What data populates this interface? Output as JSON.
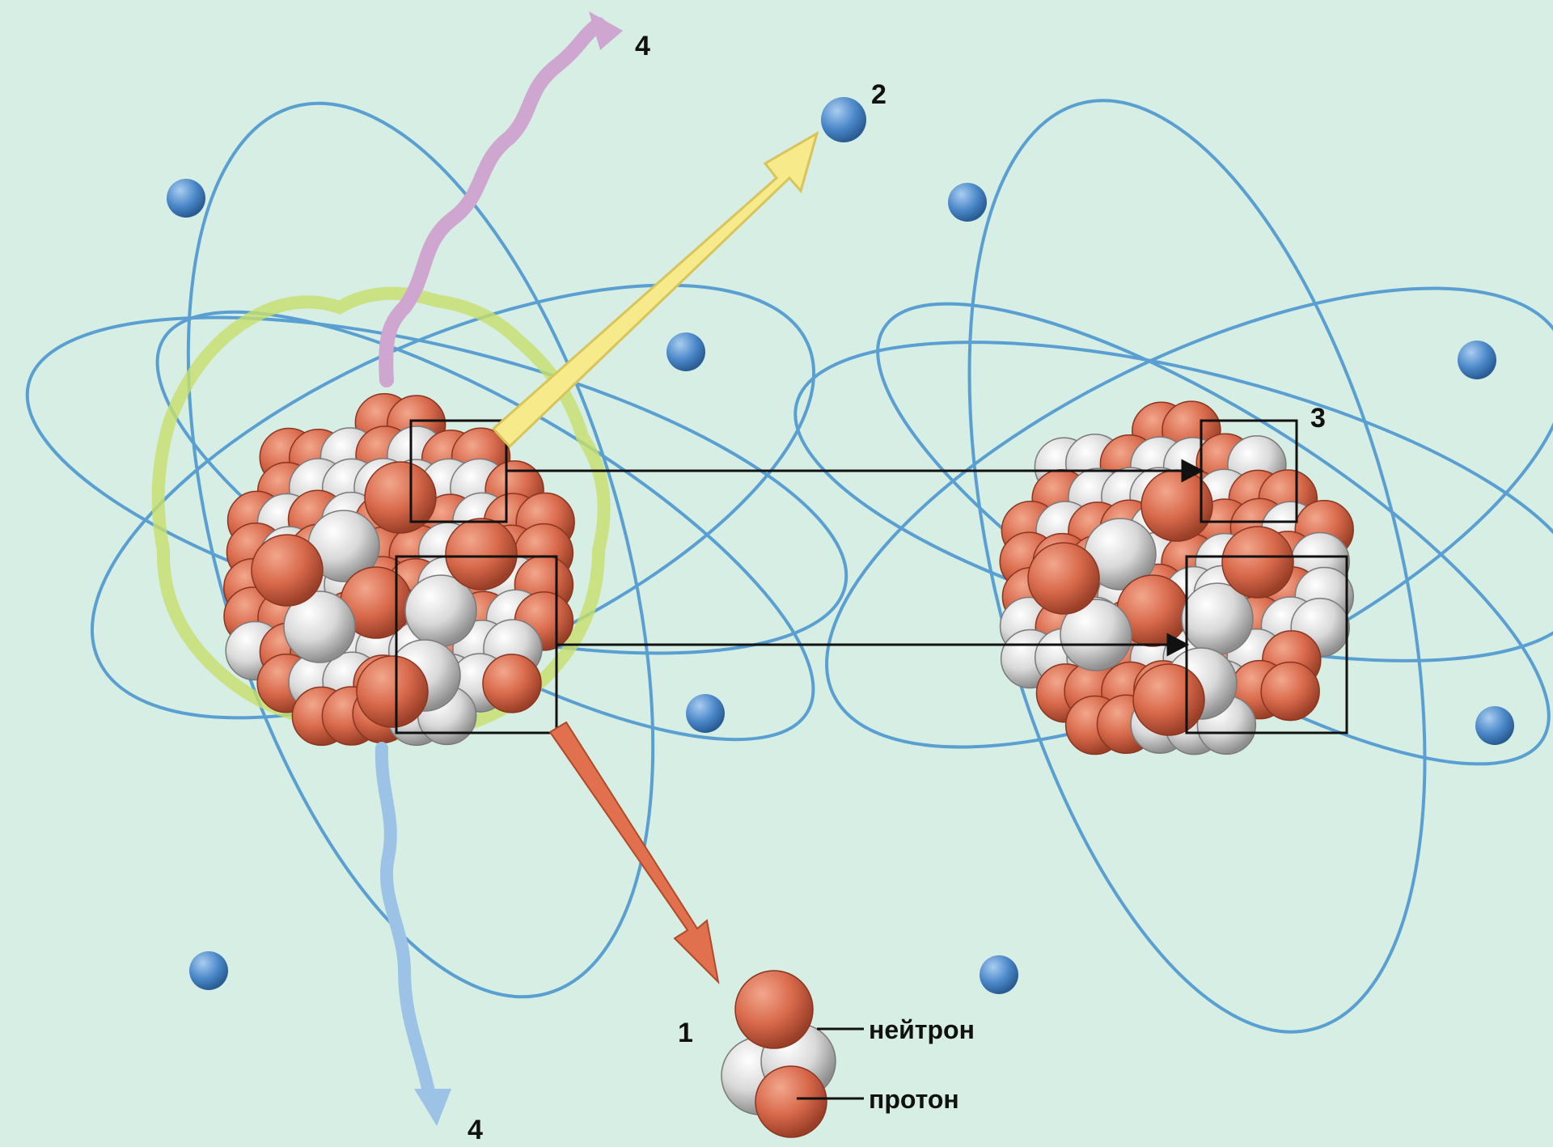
{
  "labels": {
    "alpha_number": "1",
    "beta_number": "2",
    "daughter_number": "3",
    "gamma_number_top": "4",
    "gamma_number_bottom": "4",
    "neutron": "нейтрон",
    "proton": "протон"
  },
  "colors": {
    "background": "#d6eee3",
    "orbit": "#5a9fd2",
    "electron": "#4a87c8",
    "proton": "#d96a4c",
    "neutron": "#d8d8d8",
    "beta_arrow": "#f6ea8a",
    "alpha_arrow": "#e0704e",
    "gamma_arrow_top": "#cfa6cf",
    "gamma_arrow_bottom": "#9cc3e6",
    "glow": "#c7df6a"
  }
}
